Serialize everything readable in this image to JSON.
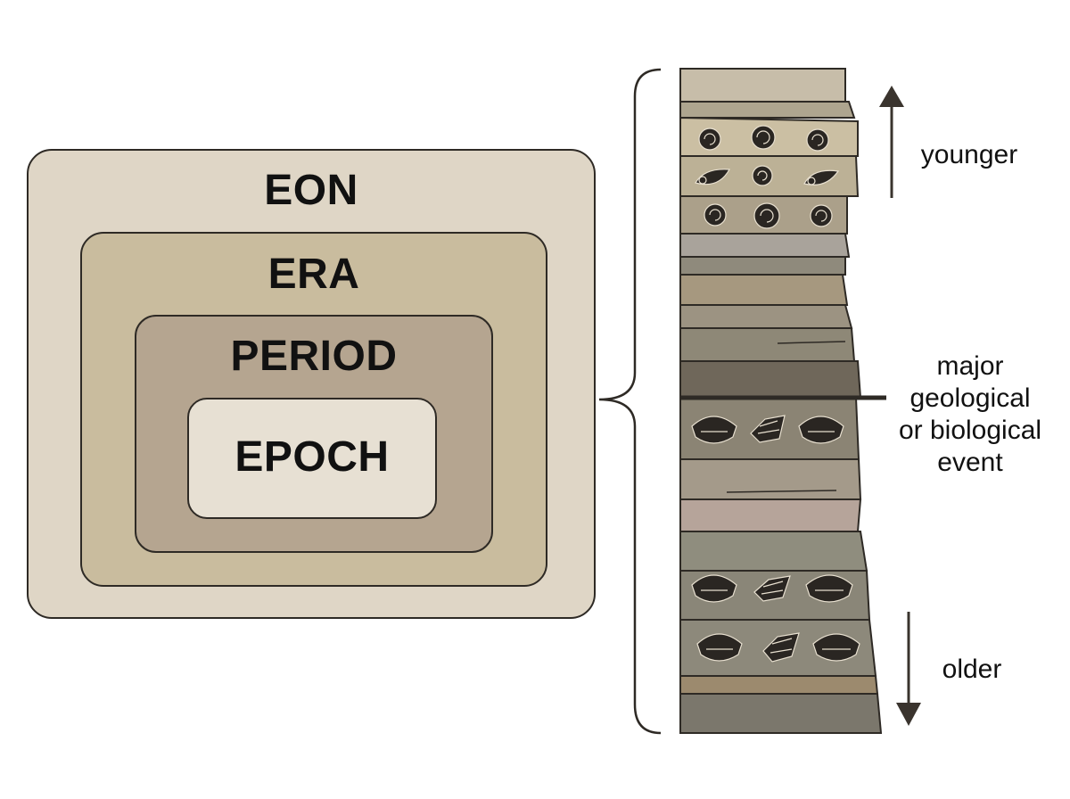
{
  "hierarchy": {
    "eon": "EON",
    "era": "ERA",
    "period": "PERIOD",
    "epoch": "EPOCH"
  },
  "column": {
    "younger": "younger",
    "older": "older",
    "event": [
      "major",
      "geological",
      "or biological",
      "event"
    ]
  }
}
